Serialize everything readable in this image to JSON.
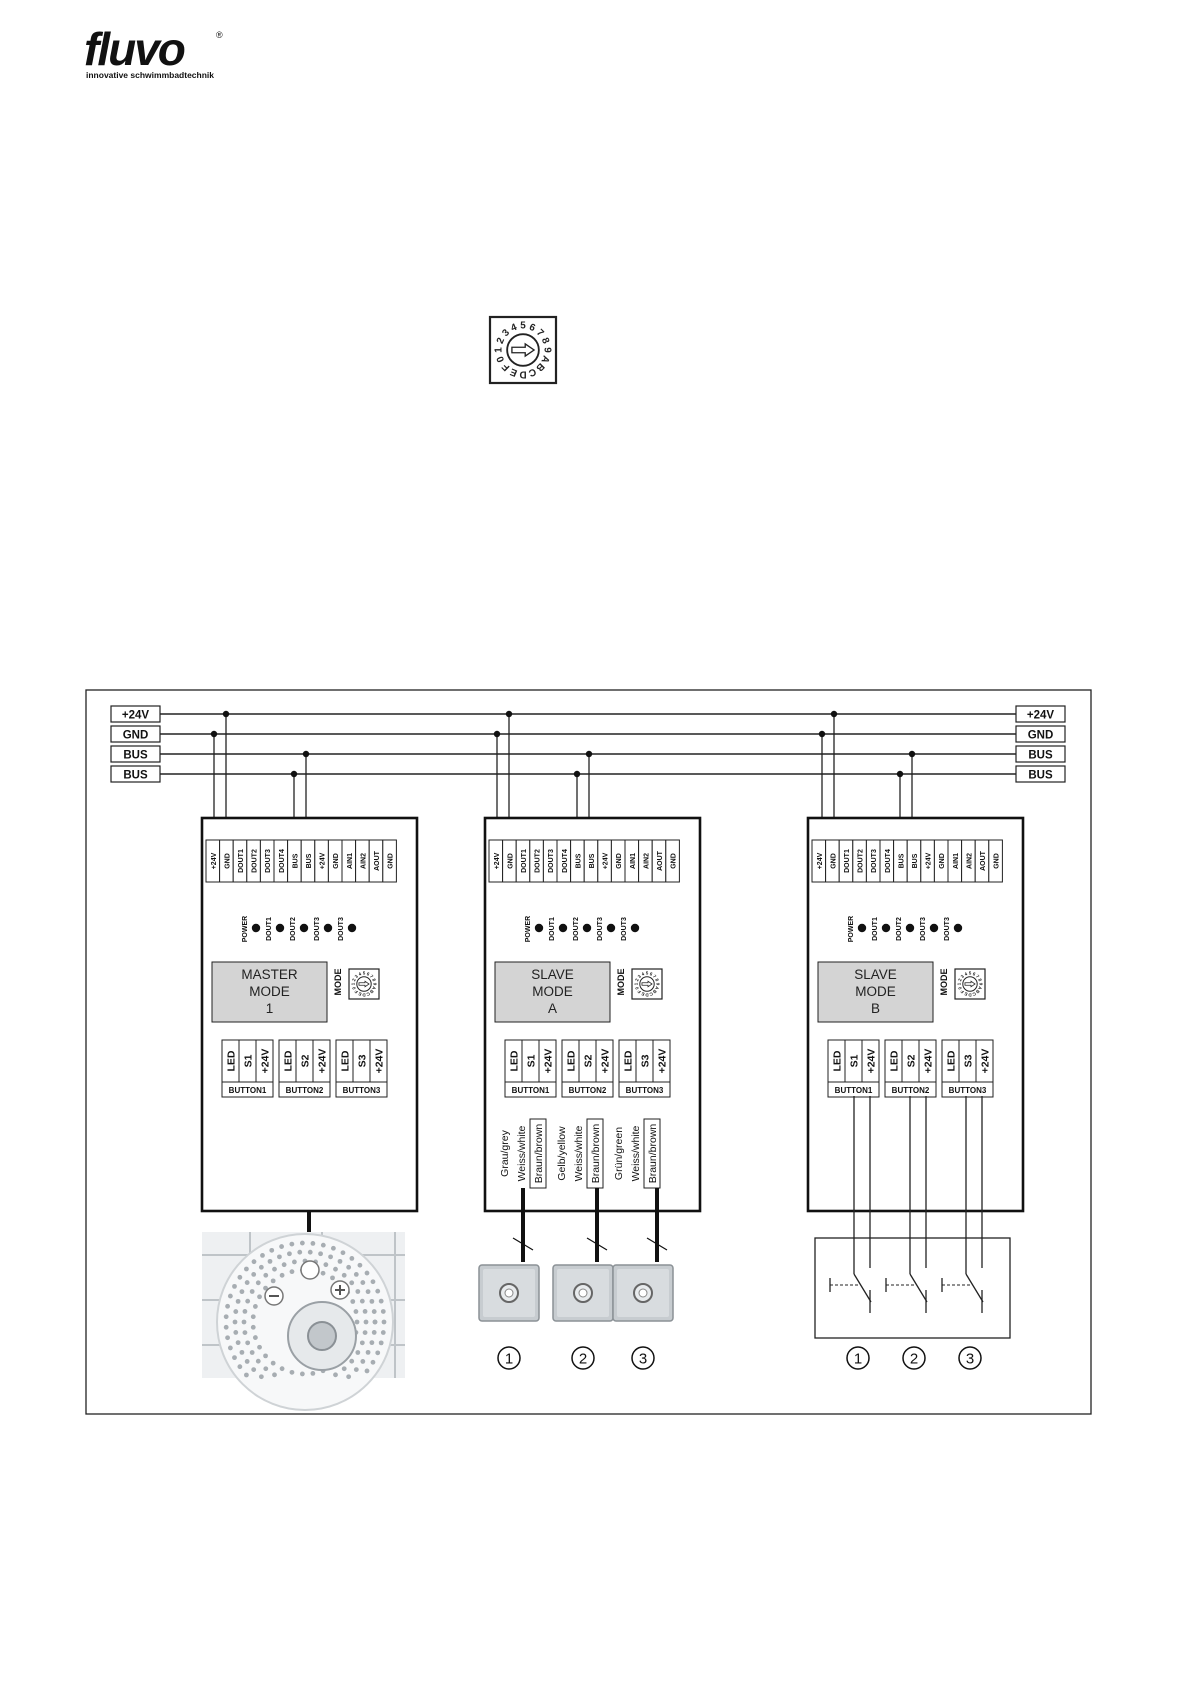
{
  "logo": {
    "brand": "fluvo",
    "reg": "®",
    "tagline": "innovative schwimmbadtechnik"
  },
  "bus_lines": [
    "+24V",
    "GND",
    "BUS",
    "BUS"
  ],
  "terminal_labels": [
    "+24V",
    "GND",
    "DOUT1",
    "DOUT2",
    "DOUT3",
    "DOUT4",
    "BUS",
    "BUS",
    "+24V",
    "GND",
    "AIN1",
    "AIN2",
    "AOUT",
    "GND"
  ],
  "led_labels": [
    "POWER",
    "DOUT1",
    "DOUT2",
    "DOUT3",
    "DOUT3"
  ],
  "mode_label": "MODE",
  "rotary_chars": [
    "0",
    "1",
    "2",
    "3",
    "4",
    "5",
    "6",
    "7",
    "8",
    "9",
    "A",
    "B",
    "C",
    "D",
    "E",
    "F"
  ],
  "modules": [
    {
      "mode_lines": [
        "MASTER",
        "MODE",
        "1"
      ]
    },
    {
      "mode_lines": [
        "SLAVE",
        "MODE",
        "A"
      ]
    },
    {
      "mode_lines": [
        "SLAVE",
        "MODE",
        "B"
      ]
    }
  ],
  "button_groups": [
    {
      "pins": [
        "LED",
        "S1",
        "+24V"
      ],
      "name": "BUTTON1"
    },
    {
      "pins": [
        "LED",
        "S2",
        "+24V"
      ],
      "name": "BUTTON2"
    },
    {
      "pins": [
        "LED",
        "S3",
        "+24V"
      ],
      "name": "BUTTON3"
    }
  ],
  "wire_colors": [
    "Grau/grey",
    "Weiss/white",
    "Braun/brown",
    "Gelb/yellow",
    "Weiss/white",
    "Braun/brown",
    "Grün/green",
    "Weiss/white",
    "Braun/brown"
  ],
  "button_numbers": [
    "1",
    "2",
    "3"
  ]
}
